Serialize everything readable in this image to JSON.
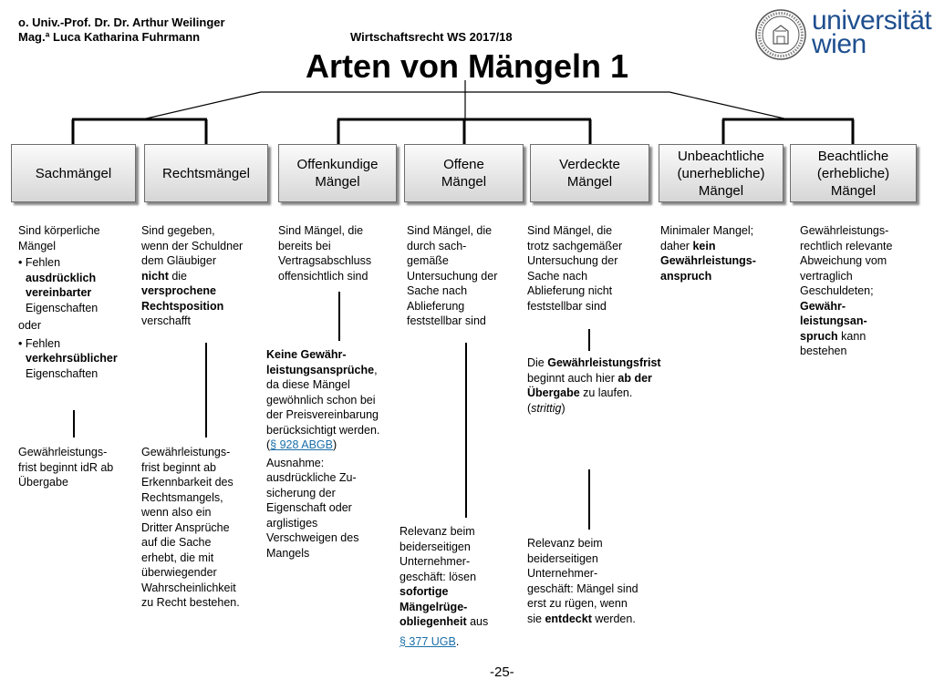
{
  "header": {
    "author1": "o. Univ.-Prof. Dr. Dr. Arthur Weilinger",
    "author2": "Mag.ª Luca Katharina Fuhrmann",
    "course": "Wirtschaftsrecht WS 2017/18",
    "title": "Arten von Mängeln 1"
  },
  "logo": {
    "line1": "universität",
    "line2": "wien"
  },
  "colors": {
    "logo_blue": "#1f4f8f",
    "link": "#1a6fa8",
    "box_border": "#6e6e6e"
  },
  "boxes": {
    "sachmaengel": "Sachmängel",
    "rechtsmaengel": "Rechtsmängel",
    "offenkundige_1": "Offenkundige",
    "offenkundige_2": "Mängel",
    "offene_1": "Offene",
    "offene_2": "Mängel",
    "verdeckte_1": "Verdeckte",
    "verdeckte_2": "Mängel",
    "unbeachtliche_1": "Unbeachtliche",
    "unbeachtliche_2": "(unerhebliche)",
    "unbeachtliche_3": "Mängel",
    "beachtliche_1": "Beachtliche",
    "beachtliche_2": "(erhebliche)",
    "beachtliche_3": "Mängel"
  },
  "sach": {
    "d1": "Sind körperliche",
    "d2": "Mängel",
    "b1_pre": "• Fehlen",
    "b1_bold1": "ausdrücklich",
    "b1_bold2": "vereinbarter",
    "b1_post": "Eigenschaften",
    "oder": "oder",
    "b2_pre": "• Fehlen",
    "b2_bold": "verkehrsüblicher",
    "b2_post": "Eigenschaften",
    "f1": "Gewährleistungs-",
    "f2": "frist beginnt idR ab",
    "f3": "Übergabe"
  },
  "recht": {
    "d1": "Sind gegeben,",
    "d2": "wenn der Schuldner",
    "d3": "dem Gläubiger",
    "d4_bold": "nicht",
    "d4_rest": " die",
    "d5": "versprochene",
    "d6": "Rechtsposition",
    "d7": "verschafft",
    "f1": "Gewährleistungs-",
    "f2": "frist beginnt ab",
    "f3": "Erkennbarkeit des",
    "f4": "Rechtsmangels,",
    "f5": "wenn also ein",
    "f6": "Dritter Ansprüche",
    "f7": "auf die Sache",
    "f8": "erhebt, die mit",
    "f9": "überwiegender",
    "f10": "Wahrscheinlichkeit",
    "f11": "zu Recht bestehen."
  },
  "offenkundig": {
    "d1": "Sind Mängel, die",
    "d2": "bereits bei",
    "d3": "Vertragsabschluss",
    "d4": "offensichtlich sind",
    "k1_bold": "Keine Gewähr-",
    "k2_bold": "leistungsansprüche",
    "k2_rest": ",",
    "k3": "da diese Mängel",
    "k4": "gewöhnlich schon bei",
    "k5": "der Preisvereinbarung",
    "k6": "berücksichtigt werden.",
    "k7_pre": "(",
    "k7_link": "§ 928 ABGB",
    "k7_post": ")",
    "a1": "Ausnahme:",
    "a2": "ausdrückliche Zu-",
    "a3": "sicherung der",
    "a4": "Eigenschaft oder",
    "a5": "arglistiges",
    "a6": "Verschweigen des",
    "a7": "Mangels"
  },
  "offen": {
    "d1": "Sind Mängel, die",
    "d2": "durch sach-",
    "d3": "gemäße",
    "d4": "Untersuchung der",
    "d5": "Sache nach",
    "d6": "Ablieferung",
    "d7": "feststellbar sind",
    "r1": "Relevanz beim",
    "r2": "beiderseitigen",
    "r3": "Unternehmer-",
    "r4": "geschäft: lösen",
    "r5_bold": "sofortige",
    "r6_bold": "Mängelrüge-",
    "r7_bold": "obliegenheit",
    "r7_rest": " aus",
    "r8_link": "§ 377 UGB",
    "r8_rest": "."
  },
  "verdeckt": {
    "d1": "Sind Mängel, die",
    "d2": "trotz sachgemäßer",
    "d3": "Untersuchung der",
    "d4": "Sache nach",
    "d5": "Ablieferung nicht",
    "d6": "feststellbar sind",
    "g1_pre": "Die ",
    "g1_bold": "Gewährleistungsfrist",
    "g2_pre": "beginnt auch hier ",
    "g2_bold": "ab der",
    "g3_bold": "Übergabe",
    "g3_rest": " zu laufen.",
    "g4_pre": "(",
    "g4_ital": "strittig",
    "g4_post": ")",
    "r1": "Relevanz beim",
    "r2": "beiderseitigen",
    "r3": "Unternehmer-",
    "r4": "geschäft: Mängel sind",
    "r5": "erst zu rügen, wenn",
    "r6_pre": "sie ",
    "r6_bold": "entdeckt",
    "r6_rest": " werden."
  },
  "unbeachtlich": {
    "d1": "Minimaler Mangel;",
    "d2_pre": "daher ",
    "d2_bold": "kein",
    "d3_bold": "Gewährleistungs-",
    "d4_bold": "anspruch"
  },
  "beachtlich": {
    "d1": "Gewährleistungs-",
    "d2": "rechtlich relevante",
    "d3": "Abweichung vom",
    "d4": "vertraglich",
    "d5": "Geschuldeten;",
    "d6_bold": "Gewähr-",
    "d7_bold": "leistungsan-",
    "d8_bold": "spruch",
    "d8_rest": " kann",
    "d9": "bestehen"
  },
  "page_number": "-25-"
}
